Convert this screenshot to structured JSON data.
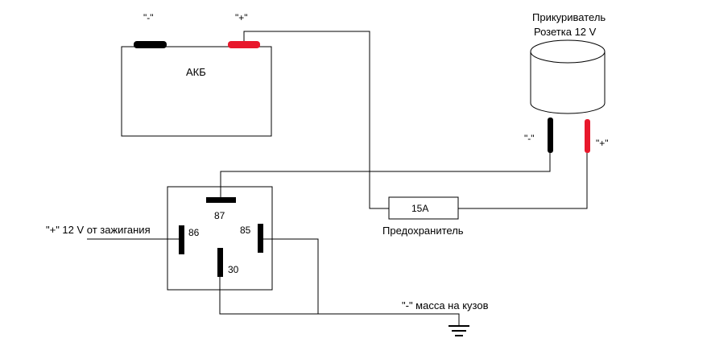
{
  "colors": {
    "wire": "#000000",
    "positive_terminal": "#e8182c",
    "negative_terminal": "#000000",
    "background": "#ffffff"
  },
  "battery": {
    "label": "АКБ",
    "minus_label": "\"-\"",
    "plus_label": "\"+\""
  },
  "socket": {
    "title_line1": "Прикуриватель",
    "title_line2": "Розетка 12 V",
    "minus_label": "\"-\"",
    "plus_label": "\"+\""
  },
  "fuse": {
    "rating": "15A",
    "caption": "Предохранитель"
  },
  "relay": {
    "pin_87": "87",
    "pin_86": "86",
    "pin_85": "85",
    "pin_30": "30"
  },
  "ignition": {
    "label": "\"+\" 12 V от зажигания"
  },
  "ground": {
    "label": "\"-\" масса на кузов",
    "icon": "ground-icon"
  }
}
